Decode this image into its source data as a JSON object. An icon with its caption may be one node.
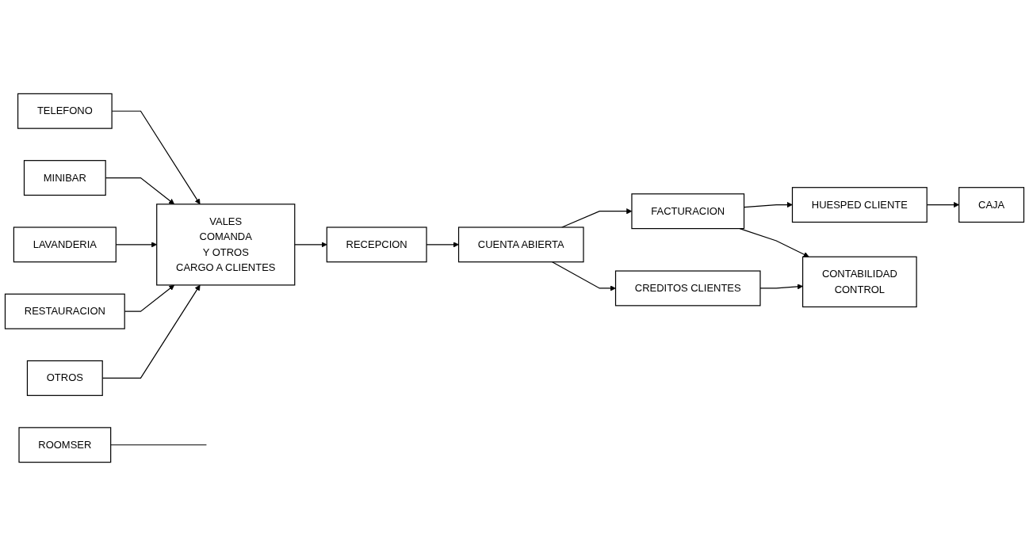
{
  "diagram": {
    "nodes": [
      {
        "text": [
          "TELEFONO"
        ]
      },
      {
        "text": [
          "MINIBAR"
        ]
      },
      {
        "text": [
          "LAVANDERIA"
        ]
      },
      {
        "text": [
          "RESTAURACION"
        ]
      },
      {
        "text": [
          "OTROS"
        ]
      },
      {
        "text": [
          "ROOMSER"
        ]
      },
      {
        "text": [
          "VALES",
          "COMANDA",
          "Y OTROS",
          "CARGO A CLIENTES"
        ]
      },
      {
        "text": [
          "RECEPCION"
        ]
      },
      {
        "text": [
          "CUENTA ABIERTA"
        ]
      },
      {
        "text": [
          "FACTURACION"
        ]
      },
      {
        "text": [
          "HUESPED CLIENTE"
        ]
      },
      {
        "text": [
          "CAJA"
        ]
      },
      {
        "text": [
          "CONTABILIDAD",
          "CONTROL"
        ]
      },
      {
        "text": [
          "CREDITOS CLIENTES"
        ]
      }
    ],
    "edges": [
      {
        "from": 0,
        "to": 6,
        "arrow": "to"
      },
      {
        "from": 1,
        "to": 6,
        "arrow": "to"
      },
      {
        "from": 2,
        "to": 6,
        "arrow": "to"
      },
      {
        "from": 3,
        "to": 6,
        "arrow": "to"
      },
      {
        "from": 4,
        "to": 6,
        "arrow": "to"
      },
      {
        "from": 5,
        "to": null,
        "arrow": "none"
      },
      {
        "from": 6,
        "to": 7,
        "arrow": "to"
      },
      {
        "from": 7,
        "to": 8,
        "arrow": "to"
      },
      {
        "from": 8,
        "to": 9,
        "arrow": "to"
      },
      {
        "from": 9,
        "to": 10,
        "arrow": "to"
      },
      {
        "from": 10,
        "to": 11,
        "arrow": "to"
      },
      {
        "from": 9,
        "to": 12,
        "arrow": "to"
      },
      {
        "from": 13,
        "to": 12,
        "arrow": "to"
      },
      {
        "from": 8,
        "to": 13,
        "arrow": "to"
      }
    ]
  }
}
